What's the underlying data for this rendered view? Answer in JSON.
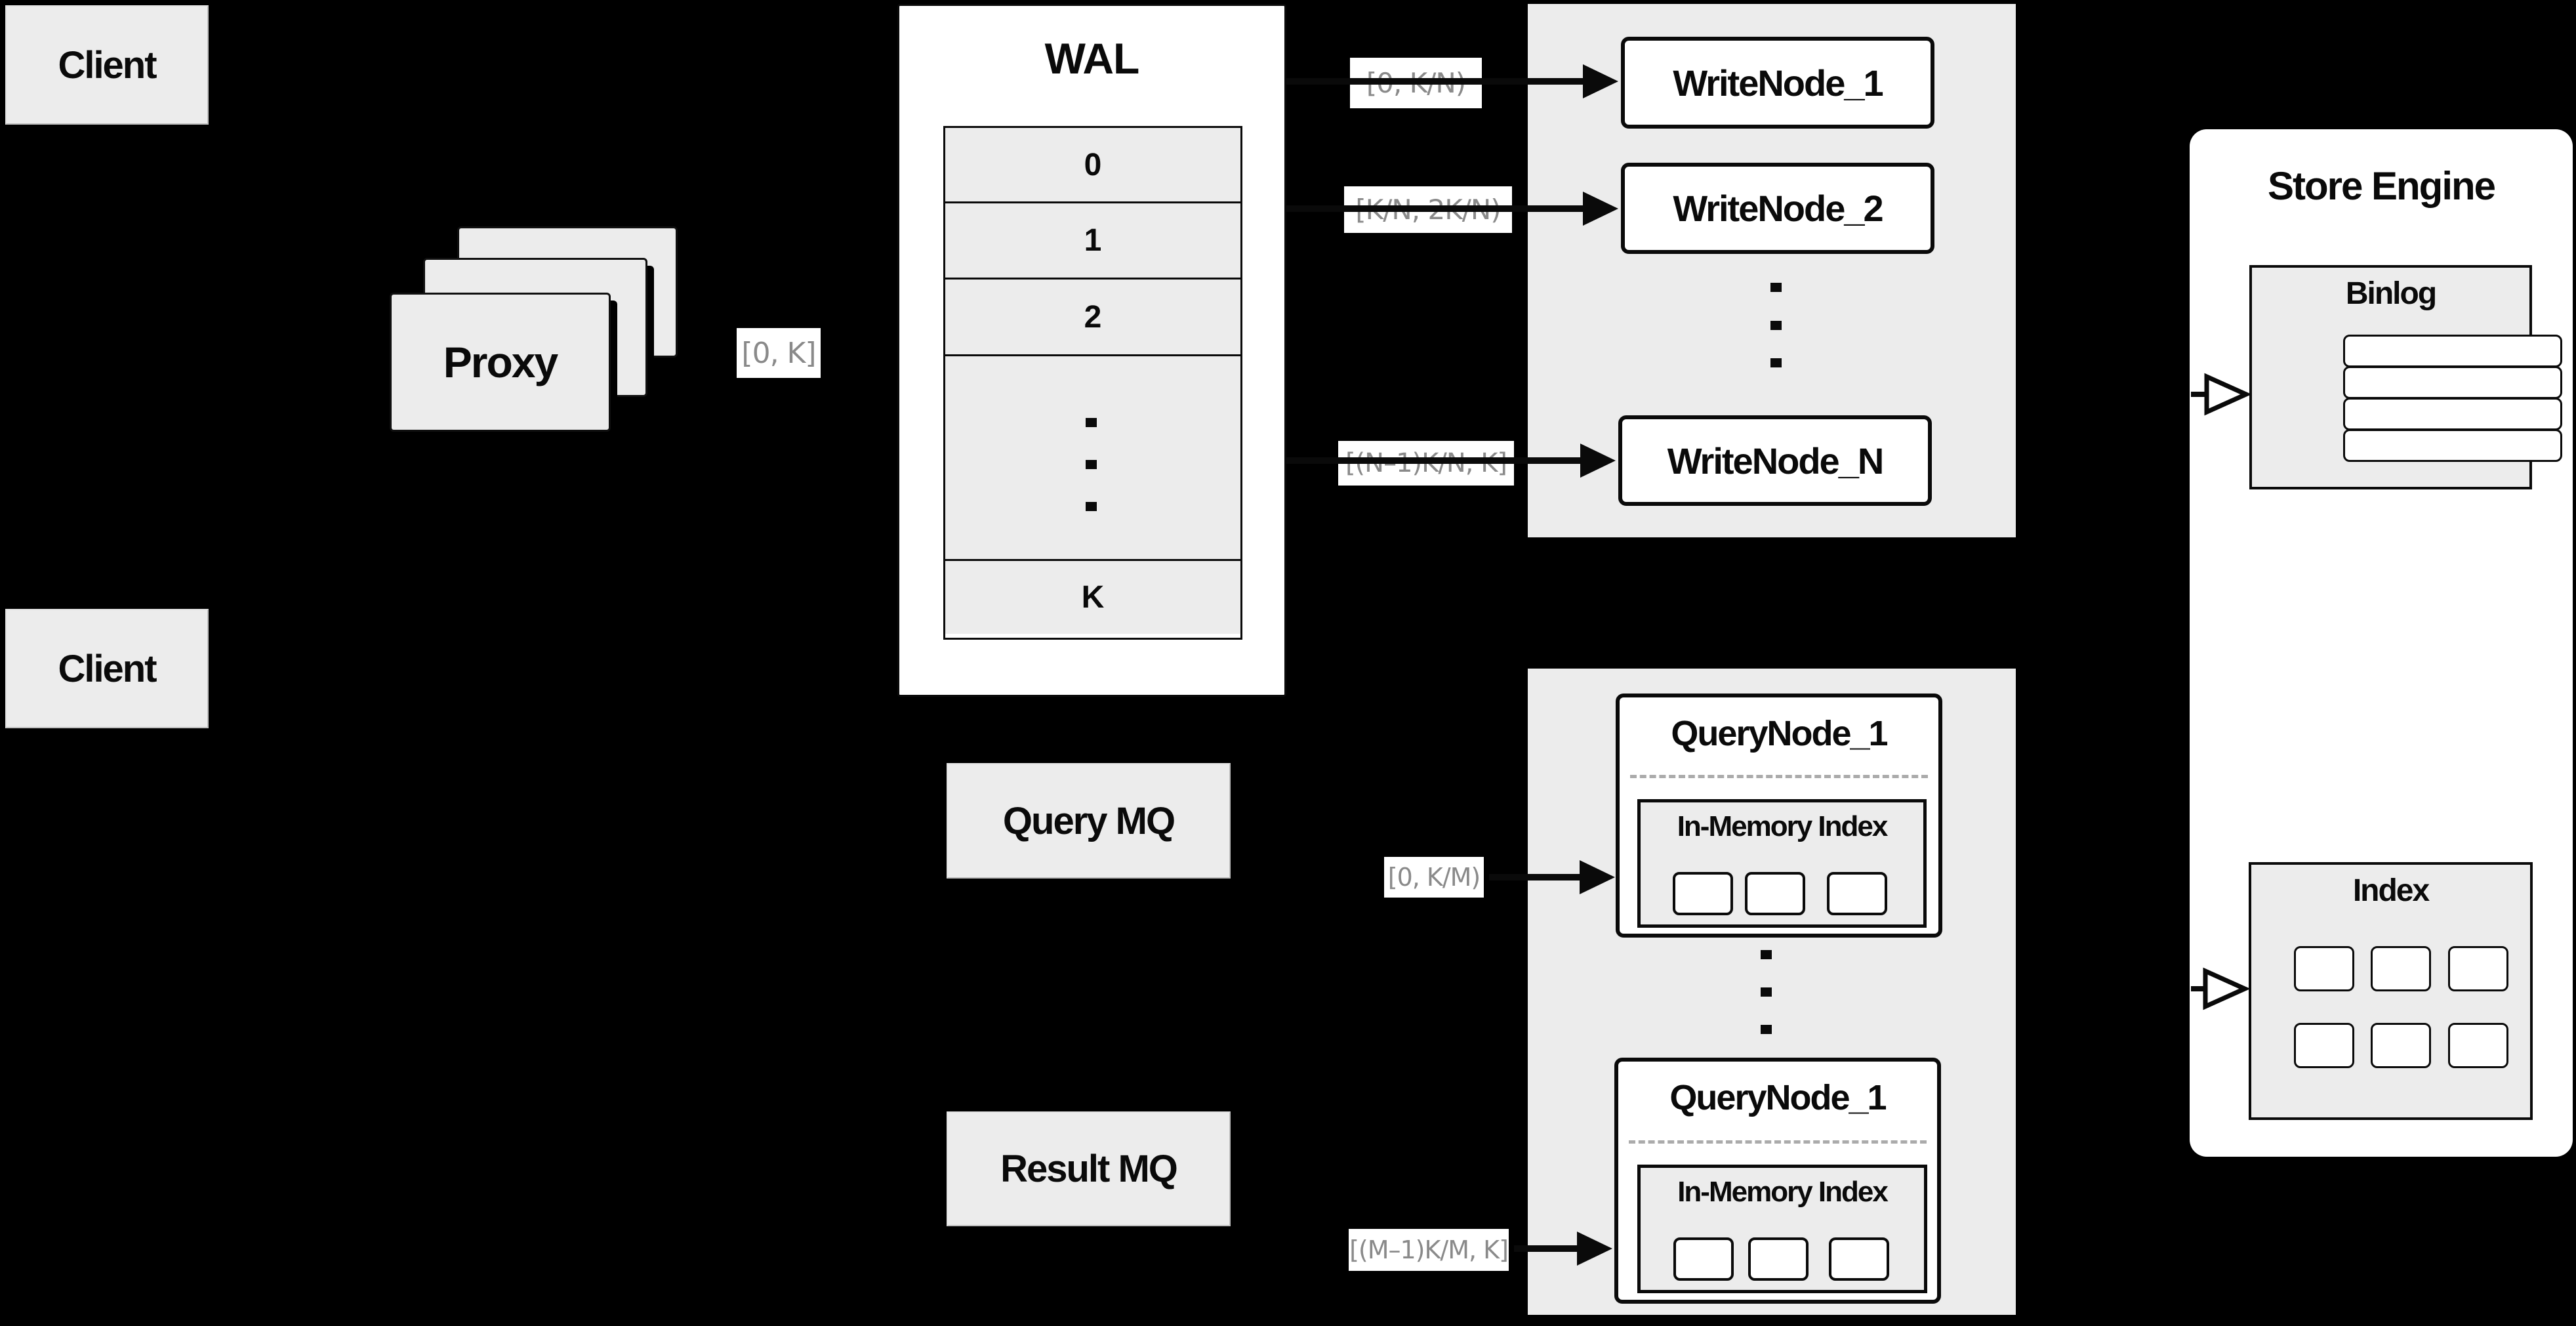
{
  "clients": {
    "top_label": "Client",
    "bottom_label": "Client"
  },
  "proxy": {
    "label": "Proxy"
  },
  "chips": {
    "proxy_out": "[0, K]",
    "write_1": "[0, K/N)",
    "write_2": "[K/N, 2K/N)",
    "write_n": "[(N–1)K/N, K]",
    "query_1": "[0, K/M)",
    "query_m": "[(M–1)K/M, K]"
  },
  "wal": {
    "title": "WAL",
    "rows": [
      "0",
      "1",
      "2",
      "K"
    ]
  },
  "write_nodes": {
    "node1": "WriteNode_1",
    "node2": "WriteNode_2",
    "nodeN": "WriteNode_N"
  },
  "mq": {
    "query_label": "Query MQ",
    "result_label": "Result MQ"
  },
  "query_nodes": {
    "top": {
      "title": "QueryNode_1",
      "index_title": "In-Memory Index"
    },
    "bottom": {
      "title": "QueryNode_1",
      "index_title": "In-Memory Index"
    }
  },
  "store_engine": {
    "title": "Store Engine",
    "binlog_title": "Binlog",
    "index_title": "Index"
  },
  "colors": {
    "background": "#000000",
    "panel_gray": "#ececec",
    "box_white": "#ffffff",
    "line_black": "#0a0a0a",
    "chip_text": "#8a8a8a",
    "dashed_gray": "#ababab"
  }
}
